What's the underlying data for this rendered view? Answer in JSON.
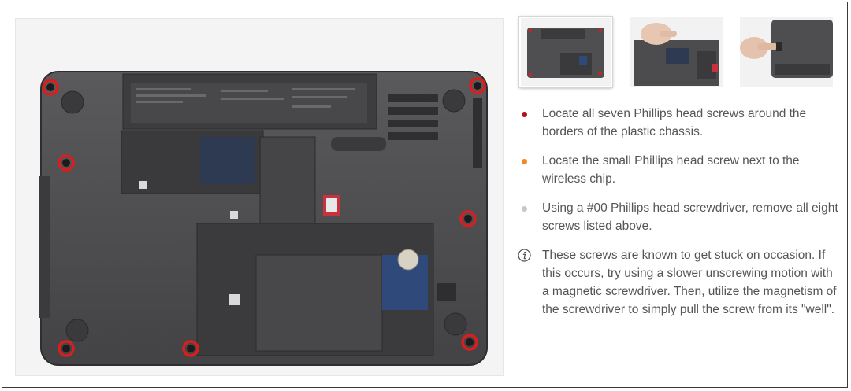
{
  "colors": {
    "bullet_red": "#b3141c",
    "bullet_orange": "#f08a24",
    "bullet_gray": "#c8c8c8",
    "screw_marker": "#d81e1e",
    "chassis": "#4d4d4f",
    "text": "#555555"
  },
  "gallery": {
    "main_image_icon": "laptop-underside-photo",
    "thumbnails": [
      {
        "icon": "laptop-underside-thumbnail",
        "active": true
      },
      {
        "icon": "hand-on-wireless-chip-thumbnail",
        "active": false
      },
      {
        "icon": "hand-removing-screw-thumbnail",
        "active": false
      }
    ]
  },
  "steps": [
    {
      "bullet": "red",
      "text": "Locate all seven Phillips head screws around the borders of the plastic chassis."
    },
    {
      "bullet": "orange",
      "text": "Locate the small Phillips head screw next to the wireless chip."
    },
    {
      "bullet": "gray",
      "text": "Using a #00 Phillips head screwdriver, remove all eight screws listed above."
    },
    {
      "bullet": "info-icon",
      "text": "These screws are known to get stuck on occasion. If this occurs, try using a slower unscrewing motion with a magnetic screwdriver. Then, utilize the magnetism of the screwdriver to simply pull the screw from its \"well\"."
    }
  ]
}
